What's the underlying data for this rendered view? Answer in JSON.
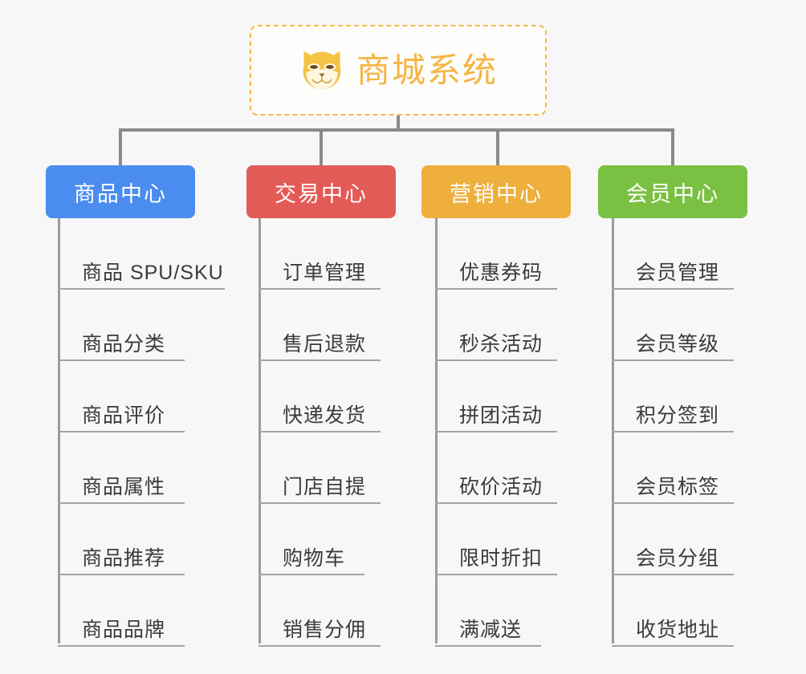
{
  "root": {
    "title": "商城系统",
    "icon": "shiba-inu-icon",
    "border_color": "#f0b94a",
    "text_color": "#f5b544"
  },
  "background_color": "#f7f7f7",
  "connector_color": "#8a8a8a",
  "columns": [
    {
      "label": "商品中心",
      "color": "#4a8cf0",
      "items": [
        "商品 SPU/SKU",
        "商品分类",
        "商品评价",
        "商品属性",
        "商品推荐",
        "商品品牌"
      ]
    },
    {
      "label": "交易中心",
      "color": "#e35b56",
      "items": [
        "订单管理",
        "售后退款",
        "快递发货",
        "门店自提",
        "购物车",
        "销售分佣"
      ]
    },
    {
      "label": "营销中心",
      "color": "#eeaf3d",
      "items": [
        "优惠券码",
        "秒杀活动",
        "拼团活动",
        "砍价活动",
        "限时折扣",
        "满减送"
      ]
    },
    {
      "label": "会员中心",
      "color": "#7ac143",
      "items": [
        "会员管理",
        "会员等级",
        "积分签到",
        "会员标签",
        "会员分组",
        "收货地址"
      ]
    }
  ]
}
